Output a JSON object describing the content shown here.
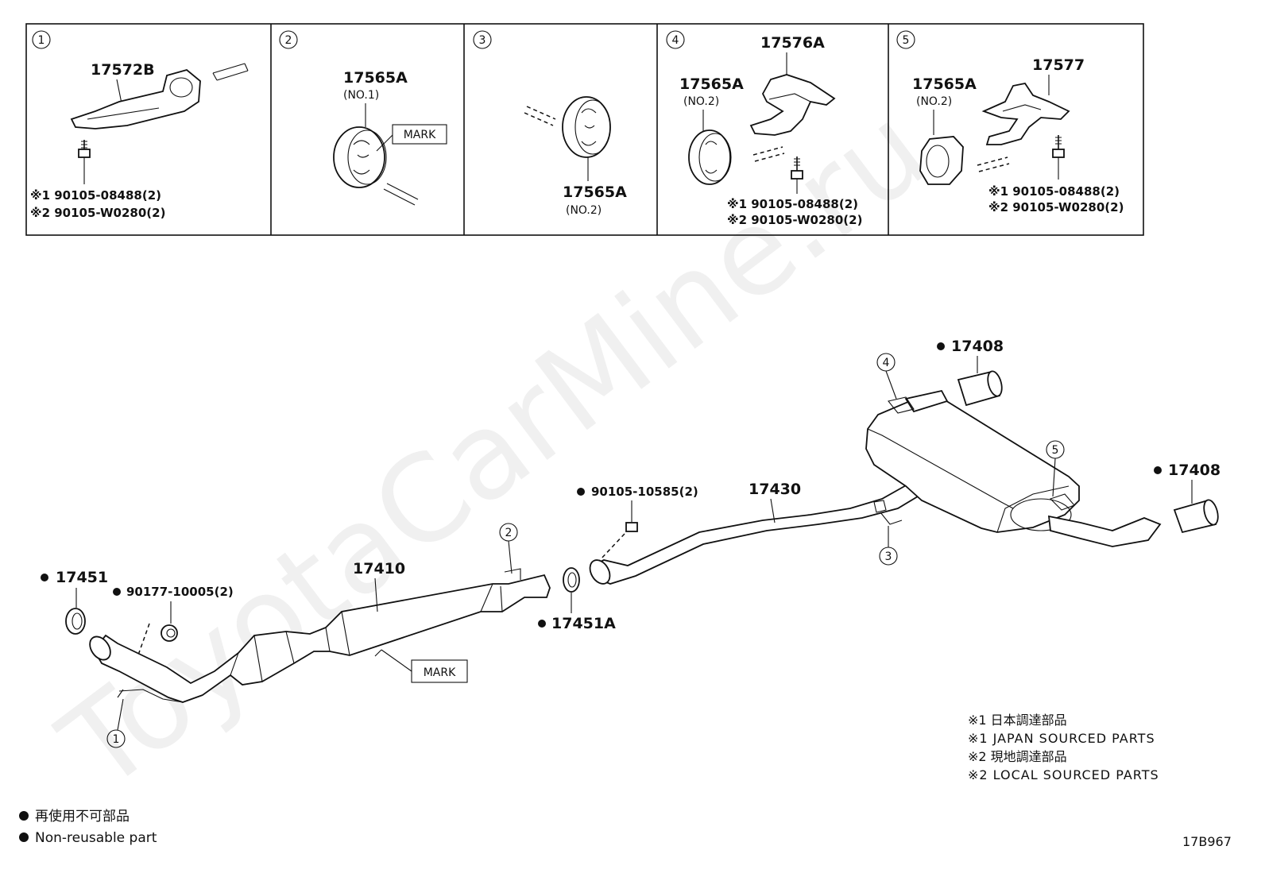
{
  "watermark": "ToyotaCarMine.ru",
  "panels": [
    {
      "no": "1",
      "part": "17572B",
      "bolt1": "※1 90105-08488(2)",
      "bolt2": "※2 90105-W0280(2)"
    },
    {
      "no": "2",
      "part": "17565A",
      "sub": "(NO.1)",
      "mark": "MARK"
    },
    {
      "no": "3",
      "part": "17565A",
      "sub": "(NO.2)"
    },
    {
      "no": "4",
      "part_a": "17565A",
      "sub_a": "(NO.2)",
      "part_b": "17576A",
      "bolt1": "※1 90105-08488(2)",
      "bolt2": "※2 90105-W0280(2)"
    },
    {
      "no": "5",
      "part_a": "17565A",
      "sub_a": "(NO.2)",
      "part_b": "17577",
      "bolt1": "※1 90105-08488(2)",
      "bolt2": "※2 90105-W0280(2)"
    }
  ],
  "main": {
    "p17451": "17451",
    "p90177": "90177-10005(2)",
    "p17410": "17410",
    "mark": "MARK",
    "p17451A": "17451A",
    "p90105": "90105-10585(2)",
    "p17430": "17430",
    "p17408a": "17408",
    "p17408b": "17408",
    "c1": "1",
    "c2": "2",
    "c3": "3",
    "c4": "4",
    "c5": "5"
  },
  "notes": {
    "n1": "※1 日本調達部品",
    "n2": "※1 JAPAN SOURCED PARTS",
    "n3": "※2 現地調達部品",
    "n4": "※2 LOCAL SOURCED PARTS"
  },
  "legend": {
    "jp": "再使用不可部品",
    "en": "Non-reusable part"
  },
  "code": "17B967"
}
